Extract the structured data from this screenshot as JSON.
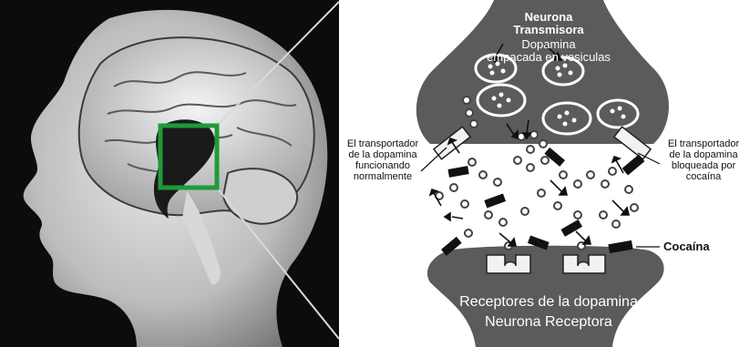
{
  "diagram": {
    "presynaptic_title_line1": "Neurona",
    "presynaptic_title_line2": "Transmisora",
    "vesicles_label_line1": "Dopamina",
    "vesicles_label_line2": "empacada en vesiculas",
    "transporter_normal_label": [
      "El transportador",
      "de la dopamina",
      "funcionando",
      "normalmente"
    ],
    "transporter_blocked_label": [
      "El transportador",
      "de la dopamina",
      "bloqueada por",
      "cocaína"
    ],
    "cocaine_label": "Cocaína",
    "receptors_label": "Receptores de la dopamina",
    "postsynaptic_title": "Neurona Receptora"
  },
  "colors": {
    "neuron_fill": "#5b5b5b",
    "highlight_box": "#1f9a3a",
    "cocaine": "#111111",
    "background_left": "#0c0c0c"
  }
}
